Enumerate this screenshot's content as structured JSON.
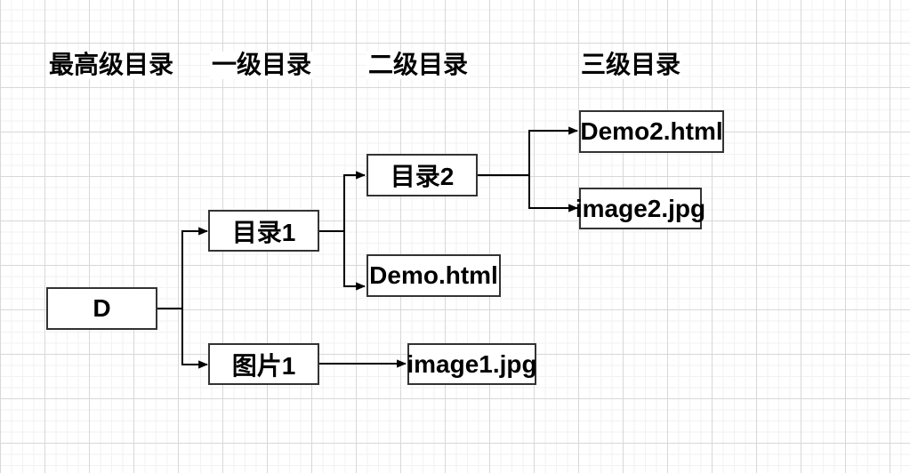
{
  "canvas": {
    "background_color": "#ffffff",
    "grid_minor_color": "#f2f2f2",
    "grid_major_color": "#d8d8d8",
    "node_border_color": "#333333",
    "connector_color": "#000000",
    "text_color": "#000000"
  },
  "column_headers": [
    {
      "label": "最高级目录"
    },
    {
      "label": "一级目录"
    },
    {
      "label": "二级目录"
    },
    {
      "label": "三级目录"
    }
  ],
  "nodes": {
    "root": {
      "label": "D"
    },
    "dir1": {
      "label": "目录1"
    },
    "pic1": {
      "label": "图片1"
    },
    "dir2": {
      "label": "目录2"
    },
    "demo_html": {
      "label": "Demo.html"
    },
    "image1_jpg": {
      "label": "image1.jpg"
    },
    "demo2_html": {
      "label": "Demo2.html"
    },
    "image2_jpg": {
      "label": "image2.jpg"
    }
  },
  "edges": [
    {
      "from": "root",
      "to": "dir1"
    },
    {
      "from": "root",
      "to": "pic1"
    },
    {
      "from": "dir1",
      "to": "dir2"
    },
    {
      "from": "dir1",
      "to": "demo_html"
    },
    {
      "from": "dir2",
      "to": "demo2_html"
    },
    {
      "from": "dir2",
      "to": "image2_jpg"
    },
    {
      "from": "pic1",
      "to": "image1_jpg"
    }
  ]
}
